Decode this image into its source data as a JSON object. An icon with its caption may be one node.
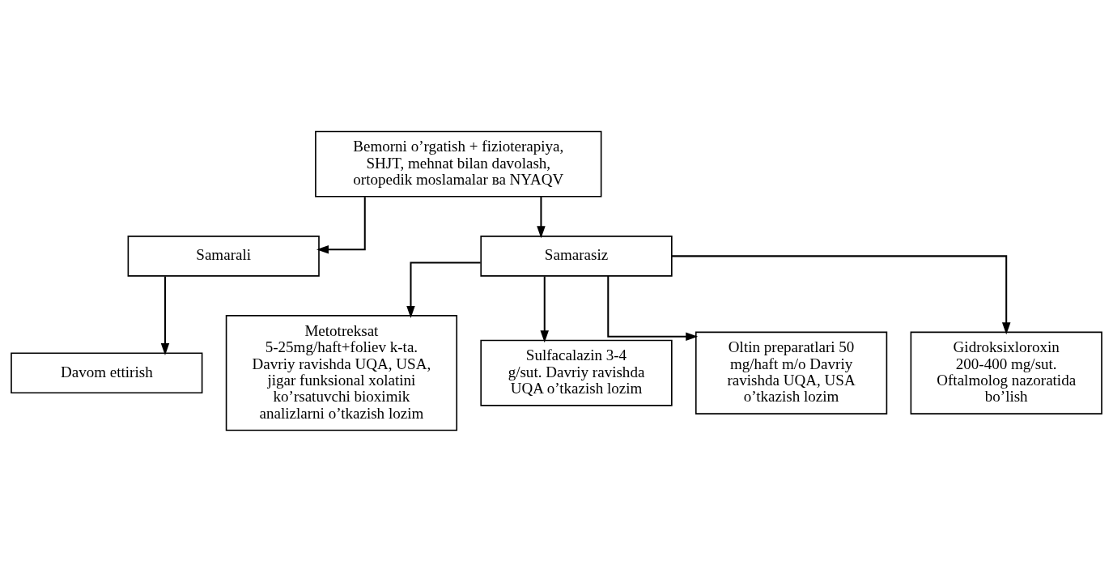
{
  "diagram": {
    "nodes": [
      {
        "text": [
          "Bemorni o’rgatish + fizioterapiya, SHJT, mehnat bilan davolash, ortopedik moslamalar ва NYAQV"
        ]
      },
      {
        "text": [
          "Samarali"
        ]
      },
      {
        "text": [
          "Samarasiz"
        ]
      },
      {
        "text": [
          "Davom ettirish"
        ]
      },
      {
        "text": [
          "Metotreksat 5-25mg/haft+foliev k-ta. Davriy ravishda UQA, USA, jigar funksional xolatini ko’rsatuvchi bioximik analizlarni o’tkazish lozim"
        ]
      },
      {
        "text": [
          "Sulfacalazin 3-4 g/sut. Davriy ravishda UQA o’tkazish lozim"
        ]
      },
      {
        "text": [
          "Oltin preparatlari 50 mg/haft m/o Davriy ravishda UQA, USA o’tkazish lozim"
        ]
      },
      {
        "text": [
          "Gidroksixloroxin 200-400 mg/sut. Oftalmolog nazoratida bo’lish"
        ]
      }
    ],
    "edges": [
      {
        "from": 0,
        "to": 1,
        "arrow": "to"
      },
      {
        "from": 0,
        "to": 2,
        "arrow": "to"
      },
      {
        "from": 1,
        "to": 3,
        "arrow": "to"
      },
      {
        "from": 2,
        "to": 4,
        "arrow": "to"
      },
      {
        "from": 2,
        "to": 5,
        "arrow": "to"
      },
      {
        "from": 2,
        "to": 6,
        "arrow": "to"
      },
      {
        "from": 2,
        "to": 7,
        "arrow": "to"
      }
    ]
  }
}
